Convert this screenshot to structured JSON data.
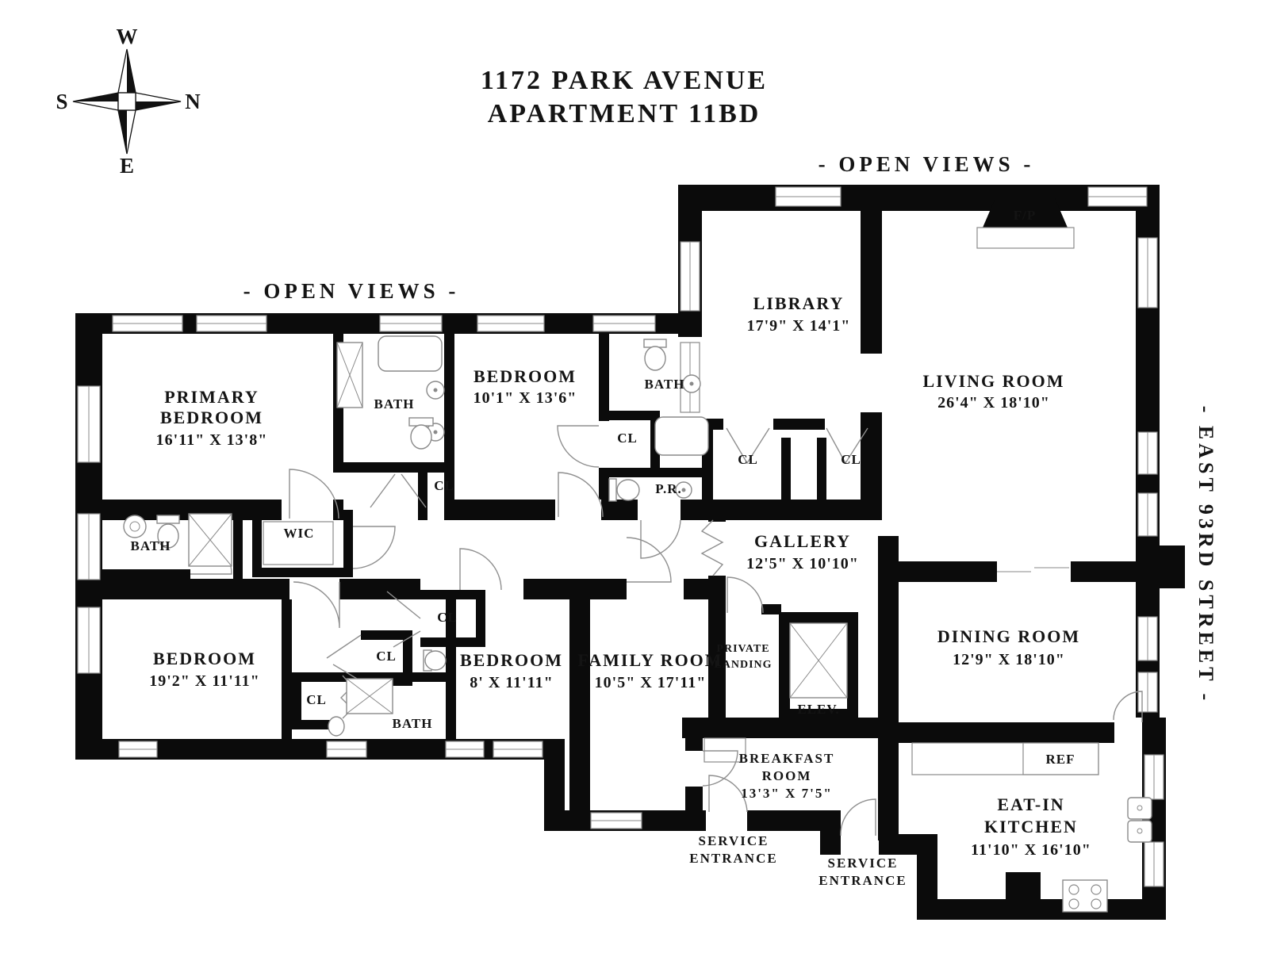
{
  "title": {
    "line1": "1172 PARK AVENUE",
    "line2": "APARTMENT 11BD"
  },
  "compass": {
    "west": "W",
    "south": "S",
    "north": "N",
    "east": "E"
  },
  "annotations": {
    "open_views_left": "- OPEN VIEWS -",
    "open_views_right": "- OPEN VIEWS -",
    "street": "- EAST 93RD STREET -"
  },
  "rooms": {
    "primary_bedroom": [
      "PRIMARY",
      "BEDROOM",
      "16'11\" X 13'8\""
    ],
    "bedroom_top": [
      "BEDROOM",
      "10'1\" X 13'6\""
    ],
    "library": [
      "LIBRARY",
      "17'9\" X 14'1\""
    ],
    "living_room": [
      "LIVING ROOM",
      "26'4\" X 18'10\""
    ],
    "gallery": [
      "GALLERY",
      "12'5\" X 10'10\""
    ],
    "dining_room": [
      "DINING ROOM",
      "12'9\" X 18'10\""
    ],
    "bedroom_left": [
      "BEDROOM",
      "19'2\" X 11'11\""
    ],
    "bedroom_small": [
      "BEDROOM",
      "8' X 11'11\""
    ],
    "family_room": [
      "FAMILY ROOM",
      "10'5\" X 17'11\""
    ],
    "breakfast_room": [
      "BREAKFAST",
      "ROOM",
      "13'3\" X 7'5\""
    ],
    "kitchen": [
      "EAT-IN",
      "KITCHEN",
      "11'10\" X 16'10\""
    ],
    "private_landing": [
      "PRIVATE",
      "LANDING"
    ],
    "service_entrance": [
      "SERVICE",
      "ENTRANCE"
    ]
  },
  "labels": {
    "bath": "BATH",
    "cl": "CL",
    "wic": "WIC",
    "pr": "P.R.",
    "elev": "ELEV.",
    "fp": "F/P",
    "ref": "REF"
  }
}
